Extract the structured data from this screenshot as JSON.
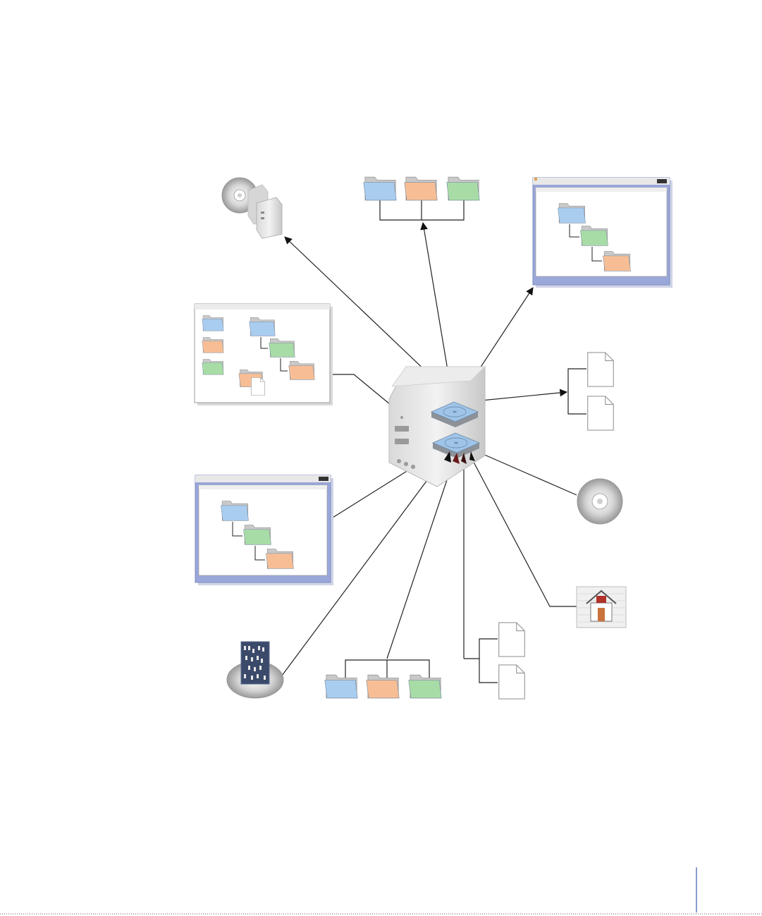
{
  "diagram": {
    "description_colors": {
      "folder_blue": "#a9cdef",
      "folder_orange": "#f7be95",
      "folder_green": "#a8dca6",
      "window_frame": "#9aa7d9",
      "disk_blue": "#9fc4e8"
    },
    "nodes": [
      {
        "id": "server-disks",
        "icon": "server-with-two-disks"
      },
      {
        "id": "backup-target",
        "icon": "cd-and-mac-pro-icon"
      },
      {
        "id": "share-folders-top",
        "icon": "three-folders-icon"
      },
      {
        "id": "finder-window-top-right",
        "icon": "window-with-folder-tree-icon"
      },
      {
        "id": "finder-window-left-top",
        "icon": "window-with-folders-icon"
      },
      {
        "id": "documents-right",
        "icon": "two-documents-icon"
      },
      {
        "id": "finder-window-left-bottom",
        "icon": "window-with-folder-tree-icon"
      },
      {
        "id": "optical-disc",
        "icon": "cd-icon"
      },
      {
        "id": "home-folder",
        "icon": "home-icon"
      },
      {
        "id": "xserve-raid",
        "icon": "raid-icon"
      },
      {
        "id": "share-folders-bottom",
        "icon": "three-folders-icon"
      },
      {
        "id": "documents-bottom",
        "icon": "two-documents-icon"
      }
    ],
    "edges": [
      {
        "from": "server-disks",
        "to": "backup-target"
      },
      {
        "from": "server-disks",
        "to": "share-folders-top"
      },
      {
        "from": "server-disks",
        "to": "finder-window-top-right"
      },
      {
        "from": "server-disks",
        "to": "documents-right"
      },
      {
        "from": "finder-window-left-top",
        "to": "server-disks"
      },
      {
        "from": "finder-window-left-bottom",
        "to": "server-disks"
      },
      {
        "from": "optical-disc",
        "to": "server-disks"
      },
      {
        "from": "home-folder",
        "to": "server-disks"
      },
      {
        "from": "xserve-raid",
        "to": "server-disks"
      },
      {
        "from": "share-folders-bottom",
        "to": "server-disks"
      },
      {
        "from": "documents-bottom",
        "to": "server-disks"
      }
    ]
  }
}
